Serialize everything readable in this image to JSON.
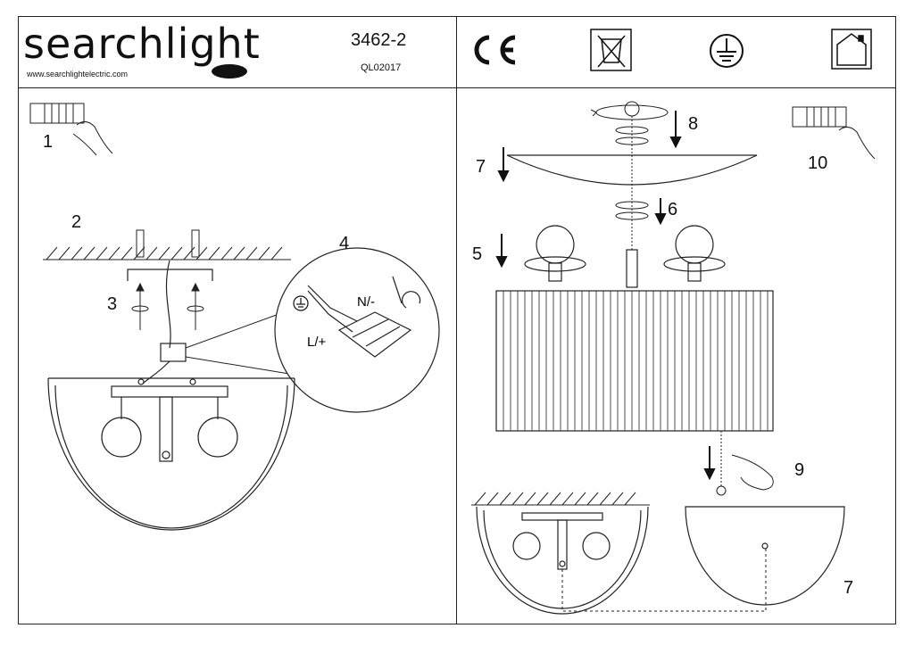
{
  "header": {
    "brand": "searchlight",
    "website": "www.searchlightelectric.com",
    "product_code": "3462-2",
    "doc_code": "QL02017",
    "icons": [
      "ce-mark-icon",
      "weee-bin-icon",
      "earth-ground-icon",
      "indoor-use-icon"
    ]
  },
  "left_panel": {
    "steps": [
      "1",
      "2",
      "3",
      "4"
    ],
    "wire_labels": {
      "neutral": "N/-",
      "live": "L/+"
    }
  },
  "right_panel": {
    "steps": [
      "5",
      "6",
      "7",
      "8",
      "9",
      "10",
      "7"
    ]
  }
}
